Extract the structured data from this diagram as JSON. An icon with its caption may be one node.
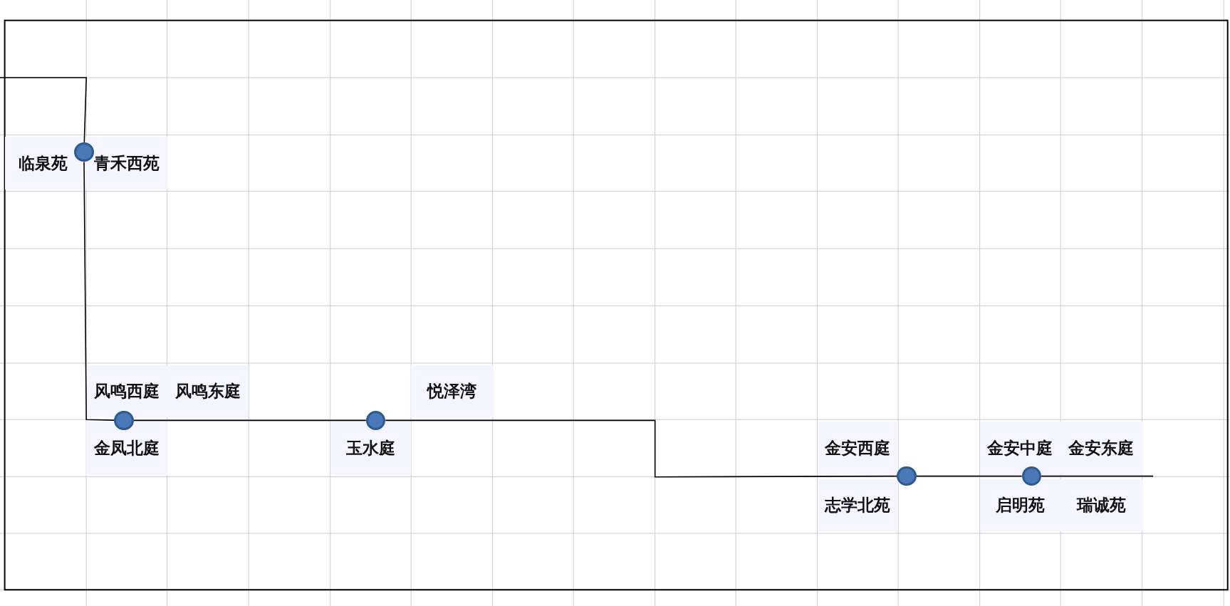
{
  "diagram": {
    "nodes": [
      {
        "text": [],
        "shape": "circle"
      },
      {
        "text": [],
        "shape": "circle"
      },
      {
        "text": [],
        "shape": "circle"
      },
      {
        "text": [],
        "shape": "circle"
      },
      {
        "text": [],
        "shape": "circle"
      }
    ],
    "edges": [
      {
        "from": null,
        "to": 0,
        "arrow": "none"
      },
      {
        "from": 0,
        "to": 1,
        "arrow": "none"
      },
      {
        "from": 1,
        "to": 2,
        "arrow": "none"
      },
      {
        "from": 2,
        "to": 3,
        "arrow": "none"
      },
      {
        "from": 3,
        "to": 4,
        "arrow": "none"
      },
      {
        "from": 4,
        "to": null,
        "arrow": "none"
      }
    ],
    "labels": [
      "临泉苑",
      "青禾西苑",
      "风鸣西庭",
      "风鸣东庭",
      "悦泽湾",
      "金凤北庭",
      "玉水庭",
      "金安西庭",
      "金安中庭",
      "金安东庭",
      "志学北苑",
      "启明苑",
      "瑞诚苑"
    ]
  }
}
